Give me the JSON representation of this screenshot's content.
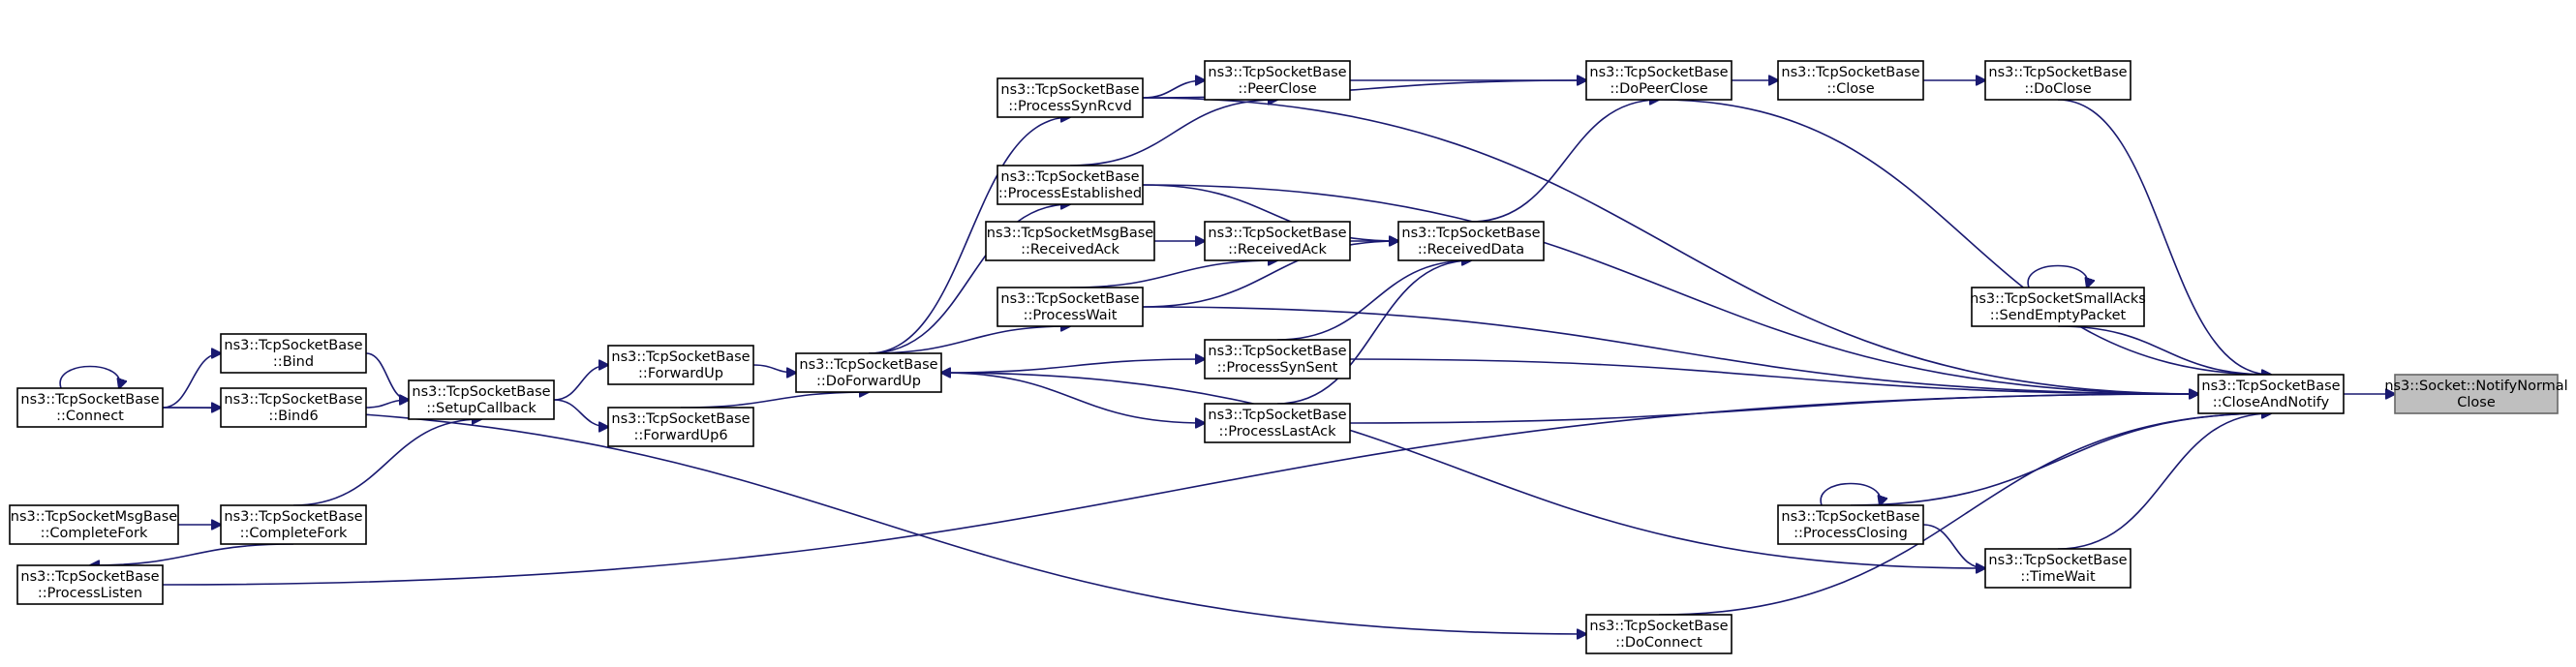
{
  "graph": {
    "root": "ns3::Socket::NotifyNormalClose",
    "nodes": [
      {
        "id": "notify_normal_close",
        "l1": "ns3::Socket::NotifyNormal",
        "l2": "Close",
        "highlight": true
      },
      {
        "id": "close_and_notify",
        "l1": "ns3::TcpSocketBase",
        "l2": "::CloseAndNotify"
      },
      {
        "id": "do_close",
        "l1": "ns3::TcpSocketBase",
        "l2": "::DoClose"
      },
      {
        "id": "send_empty_packet",
        "l1": "ns3::TcpSocketSmallAcks",
        "l2": "::SendEmptyPacket"
      },
      {
        "id": "time_wait",
        "l1": "ns3::TcpSocketBase",
        "l2": "::TimeWait"
      },
      {
        "id": "close",
        "l1": "ns3::TcpSocketBase",
        "l2": "::Close"
      },
      {
        "id": "process_closing",
        "l1": "ns3::TcpSocketBase",
        "l2": "::ProcessClosing"
      },
      {
        "id": "do_peer_close",
        "l1": "ns3::TcpSocketBase",
        "l2": "::DoPeerClose"
      },
      {
        "id": "do_connect",
        "l1": "ns3::TcpSocketBase",
        "l2": "::DoConnect"
      },
      {
        "id": "received_data",
        "l1": "ns3::TcpSocketBase",
        "l2": "::ReceivedData"
      },
      {
        "id": "peer_close",
        "l1": "ns3::TcpSocketBase",
        "l2": "::PeerClose"
      },
      {
        "id": "received_ack",
        "l1": "ns3::TcpSocketBase",
        "l2": "::ReceivedAck"
      },
      {
        "id": "process_syn_sent",
        "l1": "ns3::TcpSocketBase",
        "l2": "::ProcessSynSent"
      },
      {
        "id": "process_last_ack",
        "l1": "ns3::TcpSocketBase",
        "l2": "::ProcessLastAck"
      },
      {
        "id": "process_syn_rcvd",
        "l1": "ns3::TcpSocketBase",
        "l2": "::ProcessSynRcvd"
      },
      {
        "id": "process_established",
        "l1": "ns3::TcpSocketBase",
        "l2": "::ProcessEstablished"
      },
      {
        "id": "msg_received_ack",
        "l1": "ns3::TcpSocketMsgBase",
        "l2": "::ReceivedAck"
      },
      {
        "id": "process_wait",
        "l1": "ns3::TcpSocketBase",
        "l2": "::ProcessWait"
      },
      {
        "id": "do_forward_up",
        "l1": "ns3::TcpSocketBase",
        "l2": "::DoForwardUp"
      },
      {
        "id": "forward_up",
        "l1": "ns3::TcpSocketBase",
        "l2": "::ForwardUp"
      },
      {
        "id": "forward_up6",
        "l1": "ns3::TcpSocketBase",
        "l2": "::ForwardUp6"
      },
      {
        "id": "setup_callback",
        "l1": "ns3::TcpSocketBase",
        "l2": "::SetupCallback"
      },
      {
        "id": "bind",
        "l1": "ns3::TcpSocketBase",
        "l2": "::Bind"
      },
      {
        "id": "bind6",
        "l1": "ns3::TcpSocketBase",
        "l2": "::Bind6"
      },
      {
        "id": "complete_fork",
        "l1": "ns3::TcpSocketBase",
        "l2": "::CompleteFork"
      },
      {
        "id": "connect",
        "l1": "ns3::TcpSocketBase",
        "l2": "::Connect"
      },
      {
        "id": "msg_complete_fork",
        "l1": "ns3::TcpSocketMsgBase",
        "l2": "::CompleteFork"
      },
      {
        "id": "process_listen",
        "l1": "ns3::TcpSocketBase",
        "l2": "::ProcessListen"
      }
    ],
    "edges": [
      {
        "from": "close_and_notify",
        "to": "notify_normal_close"
      },
      {
        "from": "do_close",
        "to": "close_and_notify"
      },
      {
        "from": "send_empty_packet",
        "to": "close_and_notify"
      },
      {
        "from": "time_wait",
        "to": "close_and_notify"
      },
      {
        "from": "close",
        "to": "do_close"
      },
      {
        "from": "do_peer_close",
        "to": "close"
      },
      {
        "from": "received_data",
        "to": "do_peer_close"
      },
      {
        "from": "received_ack",
        "to": "received_data"
      },
      {
        "from": "peer_close",
        "to": "do_peer_close"
      },
      {
        "from": "process_syn_rcvd",
        "to": "peer_close"
      },
      {
        "from": "process_established",
        "to": "peer_close"
      },
      {
        "from": "msg_received_ack",
        "to": "received_ack"
      },
      {
        "from": "process_wait",
        "to": "received_ack"
      },
      {
        "from": "do_forward_up",
        "to": "process_wait"
      },
      {
        "from": "forward_up",
        "to": "do_forward_up"
      },
      {
        "from": "forward_up6",
        "to": "do_forward_up"
      },
      {
        "from": "setup_callback",
        "to": "forward_up"
      },
      {
        "from": "setup_callback",
        "to": "forward_up6"
      },
      {
        "from": "bind",
        "to": "setup_callback"
      },
      {
        "from": "bind6",
        "to": "setup_callback"
      },
      {
        "from": "complete_fork",
        "to": "setup_callback"
      },
      {
        "from": "connect",
        "to": "bind"
      },
      {
        "from": "connect",
        "to": "bind6"
      },
      {
        "from": "msg_complete_fork",
        "to": "complete_fork"
      },
      {
        "from": "complete_fork",
        "to": "process_listen"
      },
      {
        "from": "do_forward_up",
        "to": "process_established"
      },
      {
        "from": "do_forward_up",
        "to": "process_syn_rcvd"
      },
      {
        "from": "process_syn_rcvd",
        "to": "do_peer_close"
      },
      {
        "from": "do_forward_up",
        "to": "process_syn_sent"
      },
      {
        "from": "do_forward_up",
        "to": "process_last_ack"
      },
      {
        "from": "process_syn_sent",
        "to": "received_data"
      },
      {
        "from": "process_last_ack",
        "to": "received_data"
      },
      {
        "from": "process_established",
        "to": "received_data"
      },
      {
        "from": "process_wait",
        "to": "received_data"
      },
      {
        "from": "process_closing",
        "to": "time_wait"
      },
      {
        "from": "time_wait",
        "to": "do_forward_up"
      },
      {
        "from": "do_connect",
        "to": "close_and_notify"
      },
      {
        "from": "process_listen",
        "to": "close_and_notify"
      },
      {
        "from": "process_syn_rcvd",
        "to": "close_and_notify"
      },
      {
        "from": "process_established",
        "to": "close_and_notify"
      },
      {
        "from": "process_syn_sent",
        "to": "close_and_notify"
      },
      {
        "from": "process_last_ack",
        "to": "close_and_notify"
      },
      {
        "from": "process_wait",
        "to": "close_and_notify"
      },
      {
        "from": "process_closing",
        "to": "close_and_notify"
      },
      {
        "from": "do_peer_close",
        "to": "close_and_notify"
      },
      {
        "from": "connect",
        "to": "do_connect"
      },
      {
        "from": "process_closing",
        "to": "process_closing"
      },
      {
        "from": "send_empty_packet",
        "to": "send_empty_packet"
      },
      {
        "from": "connect",
        "to": "connect"
      }
    ]
  }
}
